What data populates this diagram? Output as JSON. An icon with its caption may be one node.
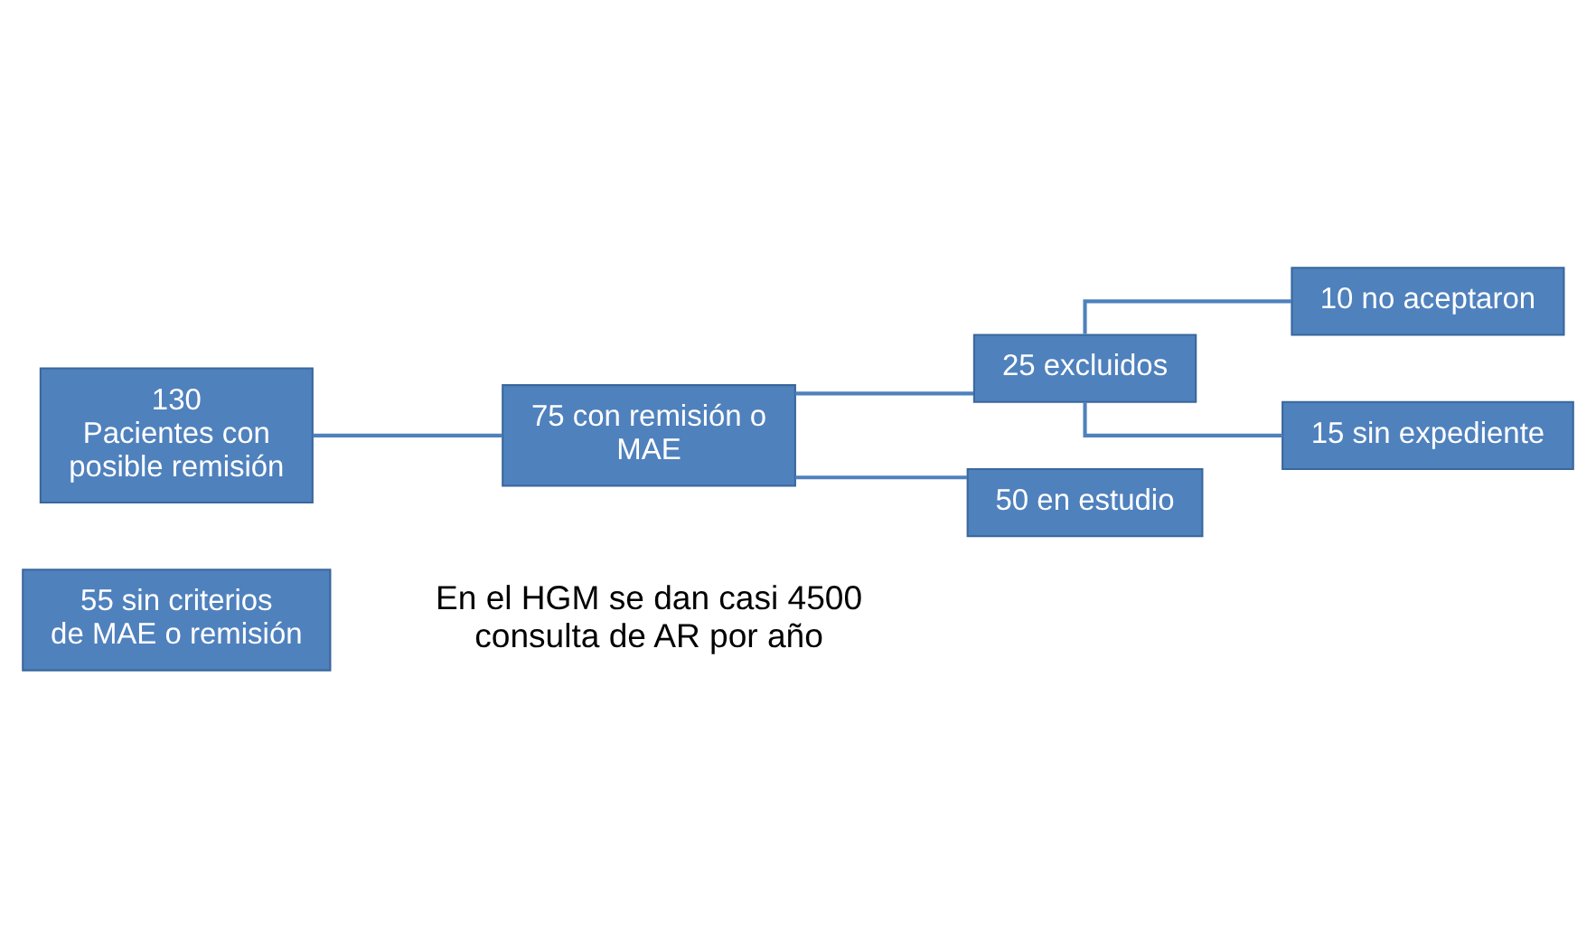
{
  "diagram": {
    "nodes": [
      {
        "text": [
          "130",
          "Pacientes con posible remisión"
        ]
      },
      {
        "text": [
          "55 sin criterios de MAE o remisión"
        ]
      },
      {
        "text": [
          "75 con remisión o MAE"
        ]
      },
      {
        "text": [
          "25 excluidos"
        ]
      },
      {
        "text": [
          "10 no aceptaron"
        ]
      },
      {
        "text": [
          "15 sin expediente"
        ]
      },
      {
        "text": [
          "50 en estudio"
        ]
      }
    ],
    "edges": [
      {
        "from": 0,
        "to": 2,
        "arrow": "none"
      },
      {
        "from": 2,
        "to": 3,
        "arrow": "none"
      },
      {
        "from": 2,
        "to": 6,
        "arrow": "none"
      },
      {
        "from": 3,
        "to": 4,
        "arrow": "none"
      },
      {
        "from": 3,
        "to": 5,
        "arrow": "none"
      }
    ],
    "labels": [
      "En el HGM se dan casi 4500 consulta de AR por año"
    ]
  }
}
